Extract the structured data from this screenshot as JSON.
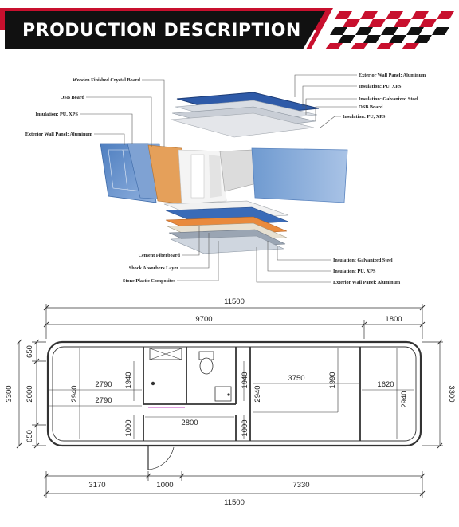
{
  "header": {
    "title": "PRODUCTION DESCRIPTION",
    "accent_color": "#c8102e",
    "bar_color": "#111111"
  },
  "exploded_view": {
    "labels_left": [
      "Wooden Finished Crystal Board",
      "OSB Board",
      "Insulation: PU, XPS",
      "Exterior Wall Panel: Aluminum"
    ],
    "labels_right_top": [
      "Exterior Wall Panel: Aluminum",
      "Insulation: PU, XPS",
      "Insulation: Galvanized Steel",
      "OSB Board",
      "Insulation: PU, XPS"
    ],
    "labels_bottom_left": [
      "Cement Fiberboard",
      "Shock Absorbers Layer",
      "Stone Plastic Composites"
    ],
    "labels_bottom_right": [
      "Insulation: Galvanized Steel",
      "Insulation: PU, XPS",
      "Exterior Wall Panel: Aluminum"
    ]
  },
  "floor_plan": {
    "top_total": "11500",
    "top_main": "9700",
    "top_right": "1800",
    "left_overall": "3300",
    "left_segments": [
      "650",
      "2000",
      "650"
    ],
    "right_overall": "3300",
    "room_left_width_top": "2790",
    "room_left_width_bottom": "2790",
    "room_left_height": "2940",
    "bath_depth": "1940",
    "bath_width": "2800",
    "bath_lower_left": "1000",
    "bath_lower_right": "1000",
    "room_right_depth": "1940",
    "room_right_height": "2940",
    "room_right_width": "3750",
    "bed_height": "1990",
    "end_width": "1620",
    "end_height": "2940",
    "bottom_left": "3170",
    "bottom_door": "1000",
    "bottom_right": "7330",
    "bottom_total": "11500"
  }
}
